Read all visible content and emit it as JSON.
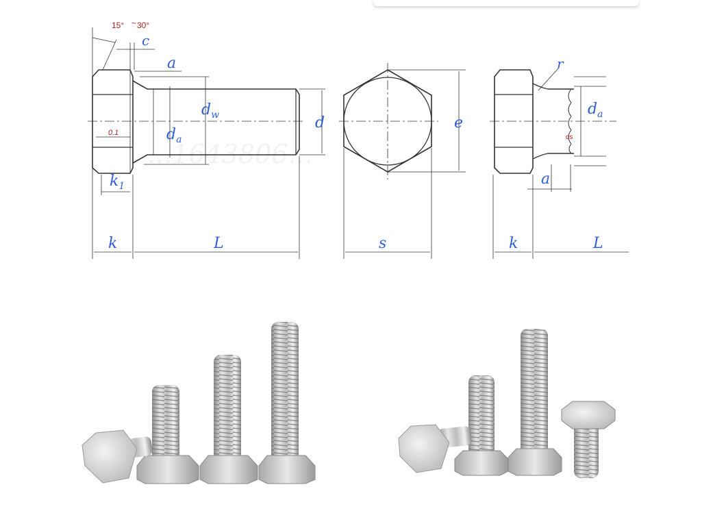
{
  "drawing": {
    "angle_a": "15°",
    "angle_sep": "~",
    "angle_b": "30°",
    "c": "c",
    "a": "a",
    "dw": "d",
    "dw_sub": "w",
    "da": "d",
    "da_sub": "a",
    "d": "d",
    "tol": "0.1",
    "k1": "k",
    "k1_sub": "1",
    "k": "k",
    "L": "L",
    "s": "s",
    "e": "e",
    "r": "r",
    "ds": "ds",
    "watermark": "...1643806..."
  },
  "photos": {
    "left_alt": "stainless steel hex bolts",
    "right_alt": "stainless steel hex bolts"
  },
  "colors": {
    "dimension_text": "#2f5fd8",
    "angle_text": "#b52020",
    "line": "#333333",
    "steel": "#c9c9c9"
  }
}
